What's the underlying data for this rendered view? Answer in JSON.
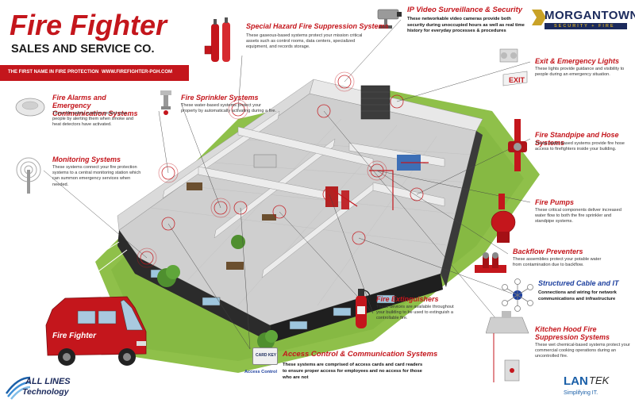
{
  "brand": {
    "logo_text": "Fire Fighter",
    "company": "SALES AND SERVICE CO.",
    "tagline": "THE FIRST NAME IN FIRE PROTECTION",
    "website": "WWW.FIREFIGHTER-PGH.COM"
  },
  "partners": {
    "morgantown_name": "MORGANTOWN",
    "morgantown_sub": "SECURITY + FIRE",
    "all_lines_1": "ALL LINES",
    "all_lines_2": "Technology",
    "lantek_name": "LAN",
    "lantek_tail": "TEK",
    "lantek_slogan": "Simplifying IT."
  },
  "truck_label": "Fire Fighter",
  "access_badge": {
    "card_text": "CARD KEY",
    "label": "Access Control"
  },
  "callouts": {
    "special_hazard": {
      "title": "Special Hazard Fire Suppression Systems",
      "desc": "These gaseous-based systems protect your mission critical assets such as control rooms, data centers, specialized equipment, and records storage."
    },
    "ip_video": {
      "title": "IP Video Surveillance & Security",
      "desc": "These networkable video cameras provide both security during unoccupied hours as well as real time history for everyday processes & procedures"
    },
    "exit_lights": {
      "title": "Exit & Emergency Lights",
      "desc": "These lights provide guidance and visibility to people during an emergency situation."
    },
    "fire_alarms": {
      "title": "Fire Alarms and Emergency Communication Systems",
      "desc": "These life safety systems protect your people by alerting them when smoke and heat detectors have activated."
    },
    "sprinkler": {
      "title": "Fire Sprinkler Systems",
      "desc": "These water-based systems protect your property by automatically activating during a fire."
    },
    "standpipe": {
      "title": "Fire Standpipe and Hose Systems",
      "desc": "These water-based systems provide fire hose access to firefighters inside your building."
    },
    "monitoring": {
      "title": "Monitoring Systems",
      "desc": "These systems connect your fire protection systems to a central monitoring station which can summon emergency services when needed."
    },
    "fire_pumps": {
      "title": "Fire Pumps",
      "desc": "These critical components deliver increased water flow to both the fire sprinkler and standpipe systems."
    },
    "backflow": {
      "title": "Backflow Preventers",
      "desc": "These assemblies protect your potable water from contamination due to backflow."
    },
    "structured_cable": {
      "title": "Structured Cable and IT",
      "desc": "Connections and wiring for network communications and infrastructure"
    },
    "extinguishers": {
      "title": "Fire Extinguishers",
      "desc": "These devices are available throughout your building to be used to extinguish a controllable fire."
    },
    "access_control": {
      "title": "Access Control & Communication Systems",
      "desc": "These systems are comprised of access cards and card readers to ensure proper access for employees and no access for those who are not"
    },
    "kitchen_hood": {
      "title": "Kitchen Hood Fire Suppression Systems",
      "desc": "These wet chemical-based systems protect your commercial cooking operations during an uncontrolled fire."
    }
  },
  "exit_sign_text": "EXIT",
  "colors": {
    "brand_red": "#c4161c",
    "title_red": "#c4161c",
    "morgantown_gold": "#c9a227",
    "navy": "#1b2a5c",
    "lantek_blue": "#1a5fa8",
    "it_blue": "#1c3f9e",
    "lawn_green": "#8fc04a",
    "wall_dark": "#2b2b2b"
  },
  "icons": [
    "fire-fighter-logo",
    "red-banner",
    "morgantown-logo",
    "all-lines-logo",
    "lantek-logo",
    "fire-truck-image",
    "building-cutaway-image",
    "smoke-detector-icon",
    "sprinkler-head-icon",
    "antenna-icon",
    "gas-cylinder-icon",
    "ip-camera-icon",
    "exit-light-icon",
    "standpipe-icon",
    "fire-pump-icon",
    "backflow-valve-icon",
    "network-hub-icon",
    "extinguisher-icon",
    "kitchen-hood-icon",
    "card-key-icon"
  ]
}
